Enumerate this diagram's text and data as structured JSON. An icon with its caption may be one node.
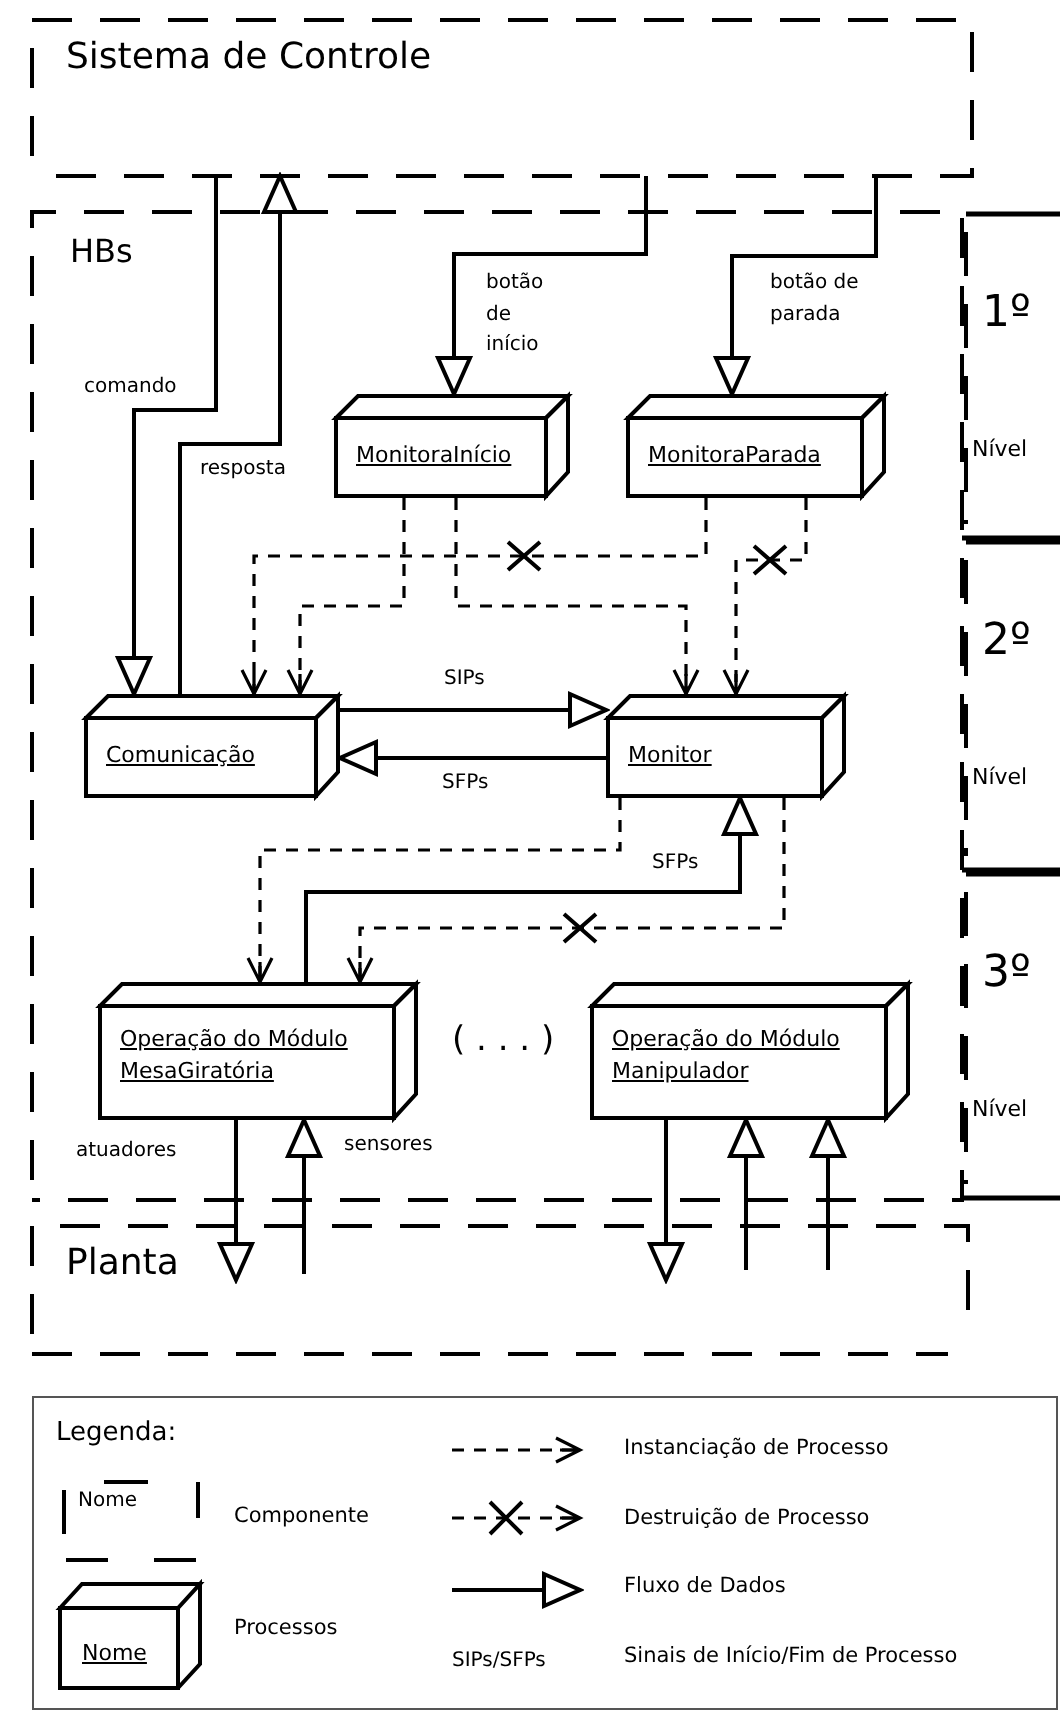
{
  "diagram": {
    "nodes": [
      {
        "text": [
          "Sistema de Controle"
        ]
      },
      {
        "text": [
          "HBs"
        ]
      },
      {
        "text": [
          "MonitoraInício"
        ],
        "in": 1
      },
      {
        "text": [
          "MonitoraParada"
        ],
        "in": 1
      },
      {
        "text": [
          "Comunicação"
        ],
        "in": 1
      },
      {
        "text": [
          "Monitor"
        ],
        "in": 1
      },
      {
        "text": [
          "Operação do Módulo MesaGiratória"
        ],
        "in": 1
      },
      {
        "text": [
          "Operação do Módulo Manipulador"
        ],
        "in": 1
      },
      {
        "text": [
          "Planta"
        ]
      },
      {
        "text": [
          "1º",
          "Nível"
        ]
      },
      {
        "text": [
          "2º",
          "Nível"
        ]
      },
      {
        "text": [
          "3º",
          "Nível"
        ]
      }
    ],
    "edges": [
      {
        "from": 0,
        "to": 4,
        "arrow": "to",
        "label": "comando"
      },
      {
        "from": 4,
        "to": 0,
        "arrow": "to",
        "label": "resposta"
      },
      {
        "from": 0,
        "to": 2,
        "arrow": "to",
        "label": "botão de início"
      },
      {
        "from": 0,
        "to": 3,
        "arrow": "to",
        "label": "botão de parada"
      },
      {
        "from": 2,
        "to": 4,
        "arrow": "to",
        "style": "dashed"
      },
      {
        "from": 2,
        "to": 5,
        "arrow": "to",
        "style": "dashed"
      },
      {
        "from": 3,
        "to": 4,
        "arrow": "to",
        "style": "dashed"
      },
      {
        "from": 3,
        "to": 5,
        "arrow": "to",
        "style": "dashed"
      },
      {
        "from": 4,
        "to": 5,
        "arrow": "to",
        "label": "SIPs"
      },
      {
        "from": 5,
        "to": 4,
        "arrow": "to",
        "label": "SFPs"
      },
      {
        "from": 5,
        "to": 6,
        "arrow": "to",
        "style": "dashed"
      },
      {
        "from": 5,
        "to": 6,
        "arrow": "to",
        "style": "dashed"
      },
      {
        "from": 6,
        "to": 5,
        "arrow": "to",
        "label": "SFPs"
      },
      {
        "from": 6,
        "to": 8,
        "arrow": "to",
        "label": "atuadores"
      },
      {
        "from": 8,
        "to": 6,
        "arrow": "to",
        "label": "sensores"
      },
      {
        "from": 7,
        "to": 8,
        "arrow": "to"
      },
      {
        "from": 8,
        "to": 7,
        "arrow": "to"
      },
      {
        "from": 8,
        "to": 7,
        "arrow": "to"
      }
    ],
    "labels": [
      "( . . . )",
      "Legenda:",
      "Nome",
      "Nome",
      "SIPs/SFPs"
    ],
    "legend": [
      {
        "text": "Componente"
      },
      {
        "text": "Processos"
      },
      {
        "text": "Instanciação de Processo"
      },
      {
        "text": "Destruição de Processo"
      },
      {
        "text": "Fluxo de Dados"
      },
      {
        "text": "Sinais de Início/Fim de Processo"
      }
    ]
  }
}
